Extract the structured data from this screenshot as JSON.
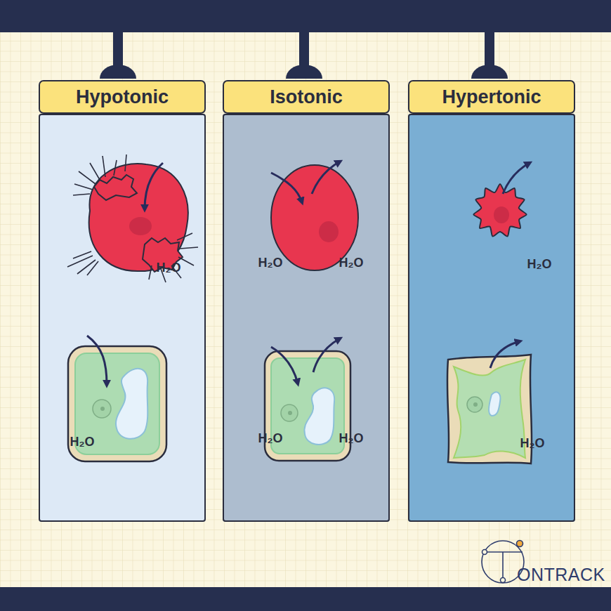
{
  "diagram": {
    "nodes": [
      {
        "text": [
          "Hypotonic",
          "H₂O",
          "H₂O"
        ]
      },
      {
        "text": [
          "Isotonic",
          "H₂O",
          "H₂O",
          "H₂O",
          "H₂O"
        ]
      },
      {
        "text": [
          "Hypertonic",
          "H₂O",
          "H₂O"
        ]
      }
    ],
    "labels": [
      "ONTRACK"
    ]
  }
}
